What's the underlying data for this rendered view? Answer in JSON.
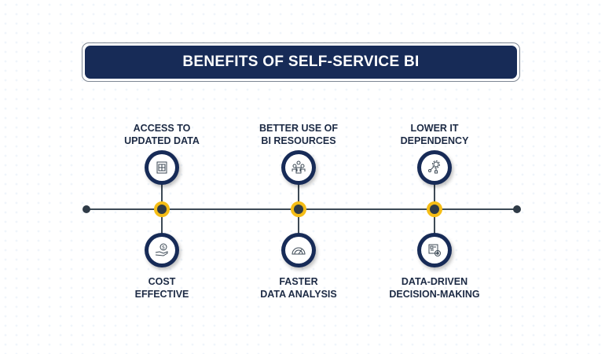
{
  "title": "BENEFITS OF SELF-SERVICE BI",
  "top_items": [
    {
      "line1": "ACCESS TO",
      "line2": "UPDATED DATA",
      "icon": "calendar-data-icon"
    },
    {
      "line1": "BETTER USE OF",
      "line2": "BI RESOURCES",
      "icon": "team-icon"
    },
    {
      "line1": "LOWER IT",
      "line2": "DEPENDENCY",
      "icon": "gear-network-icon"
    }
  ],
  "bottom_items": [
    {
      "line1": "COST",
      "line2": "EFFECTIVE",
      "icon": "money-hand-icon"
    },
    {
      "line1": "FASTER",
      "line2": "DATA ANALYSIS",
      "icon": "speedometer-icon"
    },
    {
      "line1": "DATA-DRIVEN",
      "line2": "DECISION-MAKING",
      "icon": "dashboard-gear-icon"
    }
  ],
  "colors": {
    "navy": "#172b57",
    "accent": "#f5bd16",
    "line": "#3d4a56"
  }
}
